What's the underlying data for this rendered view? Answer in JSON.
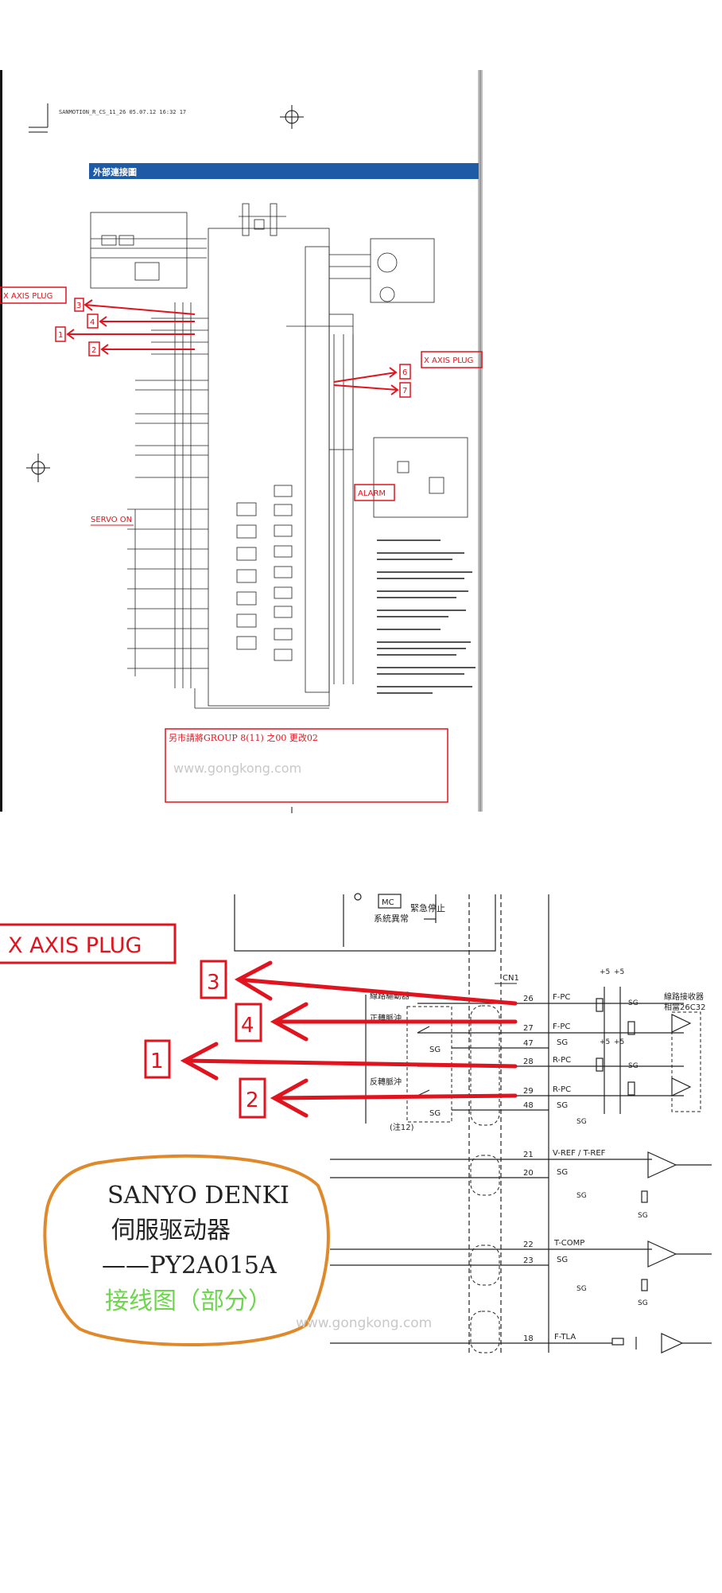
{
  "doc": {
    "header_text": "SANMOTION_R_CS_11_26  05.07.12  16:32     17",
    "section_title": "外部連接圖",
    "note_text": "另市請將GROUP 8(11) 之00 更改02",
    "watermark": "www.gongkong.com"
  },
  "annotations": {
    "x_axis_plug_label": "X AXIS PLUG",
    "alarm_label": "ALARM",
    "servo_on_label": "SERVO ON",
    "marker_1": "1",
    "marker_2": "2",
    "marker_3": "3",
    "marker_4": "4",
    "marker_6": "6",
    "marker_7": "7"
  },
  "detail": {
    "x_axis_plug_label": "X AXIS PLUG",
    "cn1_label": "CN1",
    "pins": [
      "26",
      "27",
      "47",
      "28",
      "29",
      "48",
      "21",
      "20",
      "22",
      "23",
      "18"
    ],
    "signals": [
      "F-PC",
      "F-PC",
      "SG",
      "R-PC",
      "R-PC",
      "SG",
      "V-REF / T-REF",
      "SG",
      "T-COMP",
      "SG",
      "F-TLA"
    ],
    "emergency_stop": "緊急停止",
    "system_abnormal": "系統異常",
    "mc": "MC",
    "line_driver": "線路驅動器",
    "line_receiver": "線路接收器",
    "receiver_part": "相當26C32",
    "fwd_pulse": "正轉脈沖",
    "rev_pulse": "反轉脈沖",
    "note12": "(注12)",
    "sg": "SG",
    "plus5": "+5",
    "caption_line1": "SANYO DENKI",
    "caption_line2": "伺服驱动器",
    "caption_line3": "——PY2A015A",
    "caption_line4": "接线图（部分）"
  },
  "colors": {
    "annotation_red": "#e0141e",
    "title_blue": "#1f5aa6",
    "caption_green": "#6cd64c",
    "lasso_orange": "#e0892a",
    "line_black": "#111111"
  }
}
